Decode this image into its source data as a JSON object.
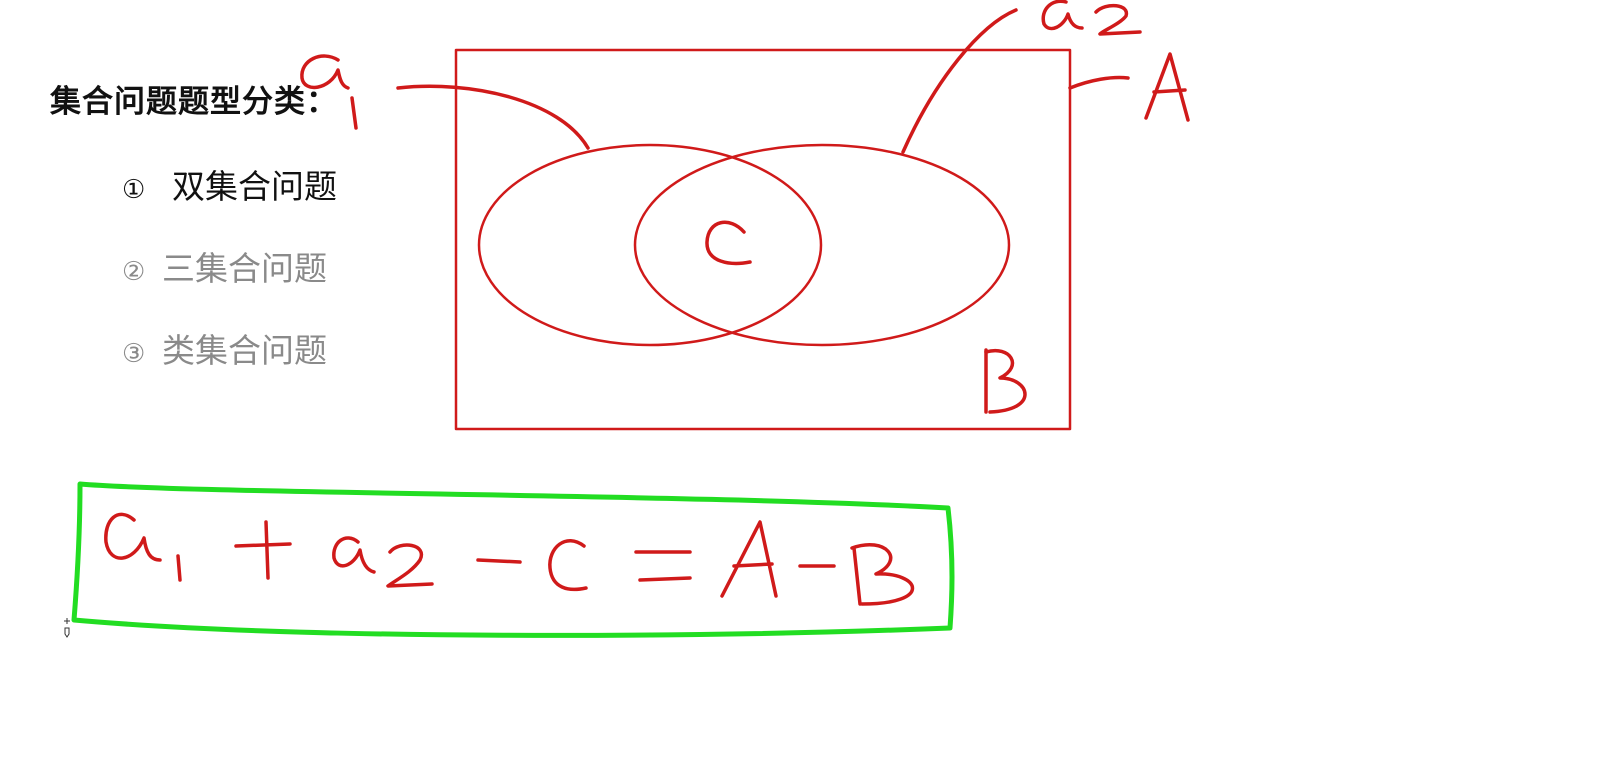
{
  "slide": {
    "title": "集合问题题型分类：",
    "items": [
      {
        "number": "①",
        "label": "双集合问题",
        "state": "active"
      },
      {
        "number": "②",
        "label": "三集合问题",
        "state": "dim"
      },
      {
        "number": "③",
        "label": "类集合问题",
        "state": "dim"
      }
    ]
  },
  "annotations": {
    "ink_color": "#d01a1a",
    "highlight_color": "#22dd22",
    "venn_labels": [
      "a1",
      "a2",
      "A",
      "B",
      "C"
    ],
    "formula": "a1 + a2 - C = A - B"
  },
  "icons": {
    "cursor": "pen-cursor-icon"
  }
}
